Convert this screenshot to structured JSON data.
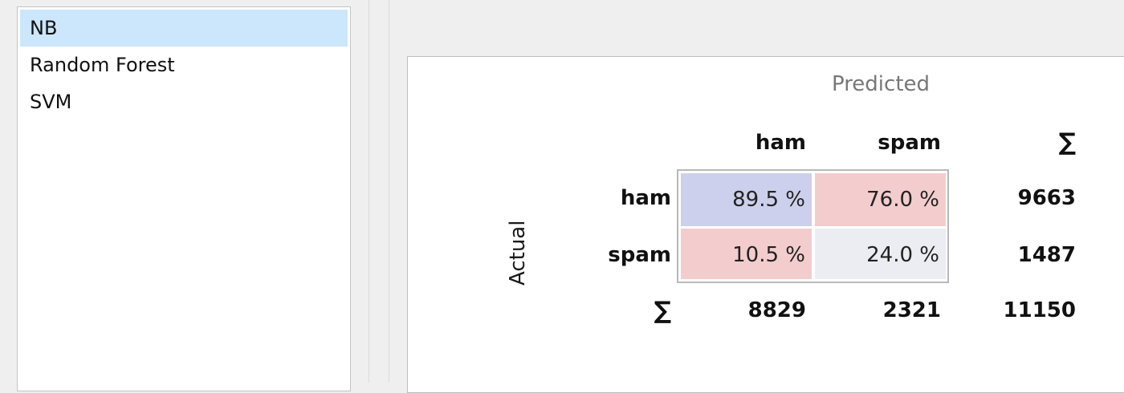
{
  "models": {
    "items": [
      {
        "label": "NB",
        "selected": true
      },
      {
        "label": "Random Forest",
        "selected": false
      },
      {
        "label": "SVM",
        "selected": false
      }
    ]
  },
  "matrix": {
    "predicted_label": "Predicted",
    "actual_label": "Actual",
    "col_headers": [
      "ham",
      "spam"
    ],
    "row_headers": [
      "ham",
      "spam"
    ],
    "sum_symbol": "∑",
    "cells": [
      [
        "89.5 %",
        "76.0 %"
      ],
      [
        "10.5 %",
        "24.0 %"
      ]
    ],
    "cell_colors": [
      [
        "#ccd0ec",
        "#f3cdcd"
      ],
      [
        "#f3cdcd",
        "#ecedf2"
      ]
    ],
    "row_totals": [
      "9663",
      "1487"
    ],
    "col_totals": [
      "8829",
      "2321"
    ],
    "grand_total": "11150"
  }
}
